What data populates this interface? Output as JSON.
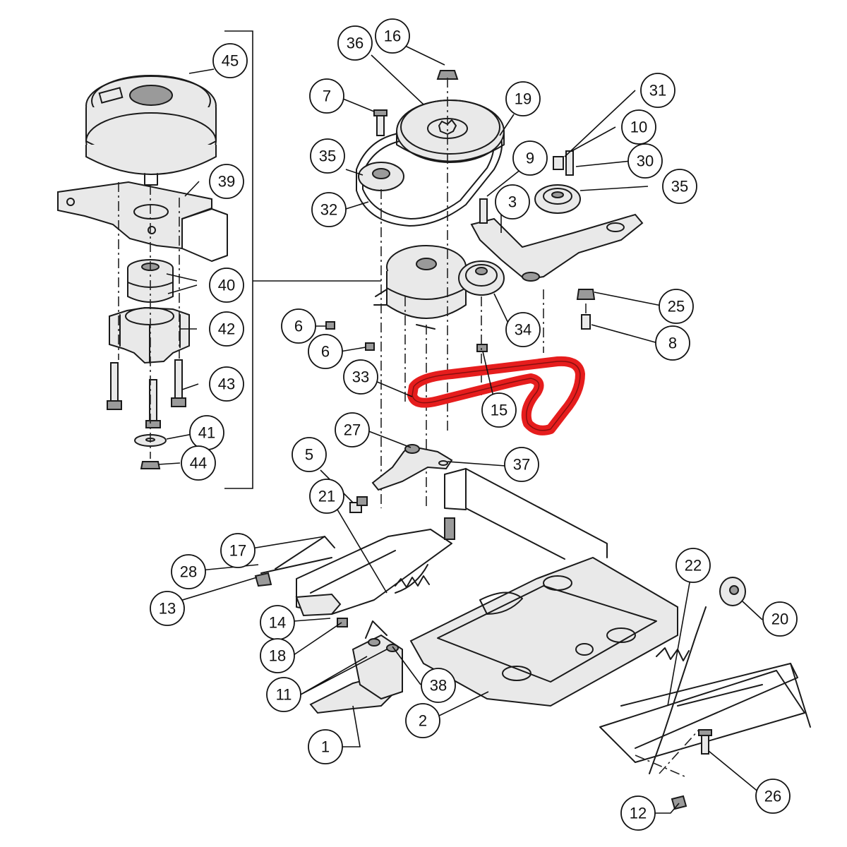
{
  "diagram": {
    "highlight_color": "#e61d1d",
    "highlighted_part": "33",
    "callouts": [
      {
        "id": "c45",
        "label": "45"
      },
      {
        "id": "c39",
        "label": "39"
      },
      {
        "id": "c40",
        "label": "40"
      },
      {
        "id": "c42",
        "label": "42"
      },
      {
        "id": "c43",
        "label": "43"
      },
      {
        "id": "c41",
        "label": "41"
      },
      {
        "id": "c44",
        "label": "44"
      },
      {
        "id": "c36",
        "label": "36"
      },
      {
        "id": "c16",
        "label": "16"
      },
      {
        "id": "c7",
        "label": "7"
      },
      {
        "id": "c19",
        "label": "19"
      },
      {
        "id": "c31",
        "label": "31"
      },
      {
        "id": "c10",
        "label": "10"
      },
      {
        "id": "c30",
        "label": "30"
      },
      {
        "id": "c35a",
        "label": "35"
      },
      {
        "id": "c9",
        "label": "9"
      },
      {
        "id": "c35b",
        "label": "35"
      },
      {
        "id": "c32",
        "label": "32"
      },
      {
        "id": "c3",
        "label": "3"
      },
      {
        "id": "c25",
        "label": "25"
      },
      {
        "id": "c8",
        "label": "8"
      },
      {
        "id": "c6a",
        "label": "6"
      },
      {
        "id": "c6b",
        "label": "6"
      },
      {
        "id": "c34",
        "label": "34"
      },
      {
        "id": "c33",
        "label": "33"
      },
      {
        "id": "c15",
        "label": "15"
      },
      {
        "id": "c27",
        "label": "27"
      },
      {
        "id": "c37",
        "label": "37"
      },
      {
        "id": "c5",
        "label": "5"
      },
      {
        "id": "c21",
        "label": "21"
      },
      {
        "id": "c17",
        "label": "17"
      },
      {
        "id": "c28",
        "label": "28"
      },
      {
        "id": "c13",
        "label": "13"
      },
      {
        "id": "c14",
        "label": "14"
      },
      {
        "id": "c18",
        "label": "18"
      },
      {
        "id": "c22",
        "label": "22"
      },
      {
        "id": "c20",
        "label": "20"
      },
      {
        "id": "c11",
        "label": "11"
      },
      {
        "id": "c38",
        "label": "38"
      },
      {
        "id": "c2",
        "label": "2"
      },
      {
        "id": "c1",
        "label": "1"
      },
      {
        "id": "c26",
        "label": "26"
      },
      {
        "id": "c12",
        "label": "12"
      }
    ]
  }
}
